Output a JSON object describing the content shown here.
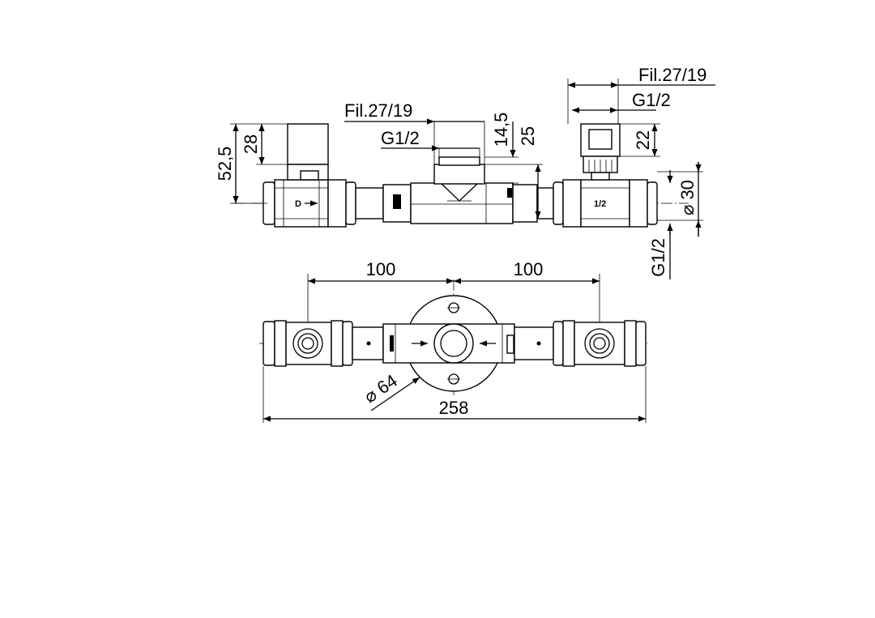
{
  "top_view": {
    "fil_left": "Fil.27/19",
    "g12_left": "G1/2",
    "dim_14_5": "14,5",
    "dim_25": "25",
    "fil_right": "Fil.27/19",
    "g12_right": "G1/2",
    "dim_22": "22",
    "dim_52_5": "52,5",
    "dim_28": "28",
    "dia_30": "⌀ 30",
    "g12_side": "G1/2",
    "part_mark": "1/2"
  },
  "bottom_view": {
    "dim_100_left": "100",
    "dim_100_right": "100",
    "dia_64": "⌀ 64",
    "dim_258": "258"
  }
}
